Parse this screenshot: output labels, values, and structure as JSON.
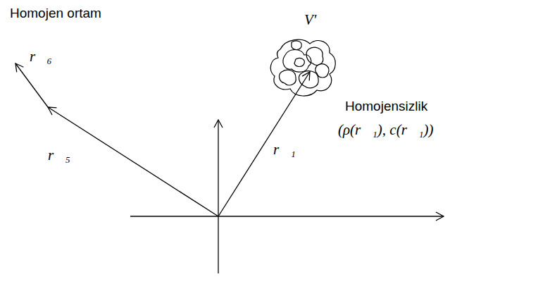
{
  "diagram": {
    "labels": [
      "Homojen ortam",
      "V'",
      "r⃗₆",
      "r⃗₅",
      "r⃗₁",
      "Homojensizlik",
      "(ρ(r⃗₁), c(r⃗₁))"
    ]
  }
}
